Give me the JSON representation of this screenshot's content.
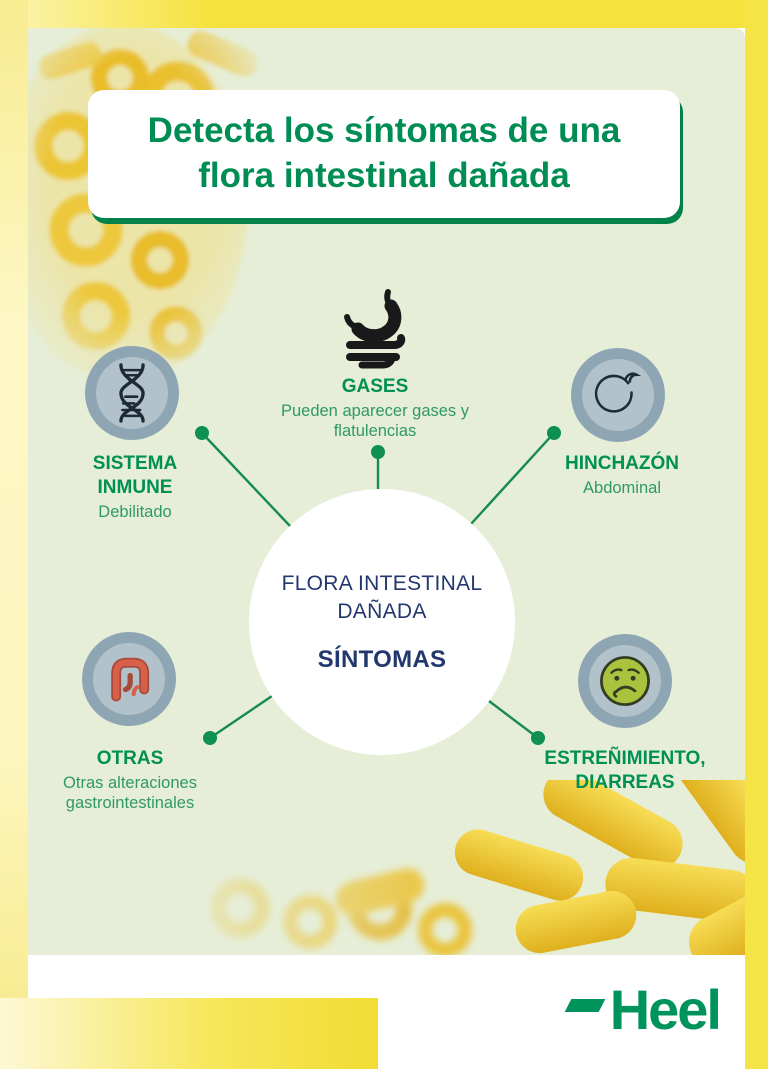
{
  "header": {
    "title": "Detecta los síntomas de una flora intestinal dañada"
  },
  "center": {
    "heading": "FLORA INTESTINAL DAÑADA",
    "subheading": "SÍNTOMAS"
  },
  "symptoms": [
    {
      "id": "gases",
      "icon": "stomach-intestine-icon",
      "title": "GASES",
      "subtitle": "Pueden aparecer gases y flatulencias"
    },
    {
      "id": "sistema-inmune",
      "icon": "dna-icon",
      "title": "SISTEMA INMUNE",
      "subtitle": "Debilitado"
    },
    {
      "id": "hinchazon",
      "icon": "bloated-belly-icon",
      "title": "HINCHAZÓN",
      "subtitle": "Abdominal"
    },
    {
      "id": "otras",
      "icon": "colon-icon",
      "title": "OTRAS",
      "subtitle": "Otras alteraciones gastrointestinales"
    },
    {
      "id": "estrenimiento-diarreas",
      "icon": "sad-face-icon",
      "title": "ESTREÑIMIENTO, DIARREAS",
      "subtitle": ""
    }
  ],
  "footer": {
    "logo_text": "Heel"
  },
  "colors": {
    "brand_green": "#008d53",
    "symptom_title_green": "#009051",
    "symptom_subtitle_green": "#2f9a62",
    "navy_text": "#22386d",
    "card_background": "#e6eed8",
    "bright_yellow": "#f5e23c",
    "pale_yellow": "#fdf7c4",
    "icon_ring_outer": "#8ea6b3",
    "icon_ring_inner": "#b2c2cb",
    "sad_face_green": "#a9c33e",
    "colon_red": "#d8604a",
    "connector_green": "#178a50",
    "logo_green": "#00945c",
    "title_card_shadow_green": "#00834b"
  }
}
